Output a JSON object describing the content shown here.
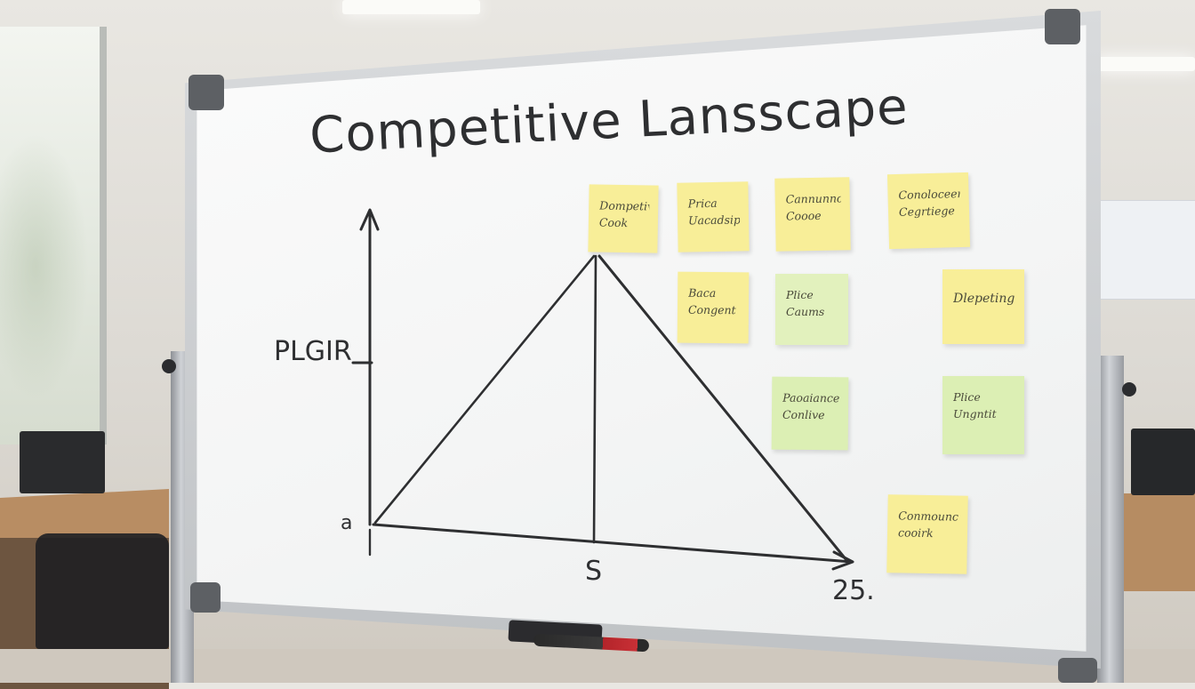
{
  "whiteboard": {
    "title": "Competitive Lansscape",
    "axis_label_y": "PLGIR",
    "axis_origin": "a",
    "axis_mid": "S",
    "axis_end": "25."
  },
  "sticky_notes": [
    {
      "color": "#f8ee98",
      "lines": [
        "Dompetive",
        "Cook"
      ]
    },
    {
      "color": "#f8ee98",
      "lines": [
        "Prica",
        "Uacadsip"
      ]
    },
    {
      "color": "#f8ee98",
      "lines": [
        "Cannunno",
        "Coooe"
      ]
    },
    {
      "color": "#f8ee98",
      "lines": [
        "Conoloceens",
        "Cegrtiege"
      ]
    },
    {
      "color": "#f8ee98",
      "lines": [
        "Baca",
        "Congent"
      ]
    },
    {
      "color": "#e2f1bd",
      "lines": [
        "Plice",
        "Caums"
      ]
    },
    {
      "color": "#f8ee98",
      "lines": [
        "Dlepeting"
      ]
    },
    {
      "color": "#dcefb4",
      "lines": [
        "Paoaiance",
        "Conlive"
      ]
    },
    {
      "color": "#dcefb4",
      "lines": [
        "Plice",
        "Ungntit"
      ]
    },
    {
      "color": "#f8ee98",
      "lines": [
        "Conmouncef",
        "cooirk"
      ]
    }
  ]
}
